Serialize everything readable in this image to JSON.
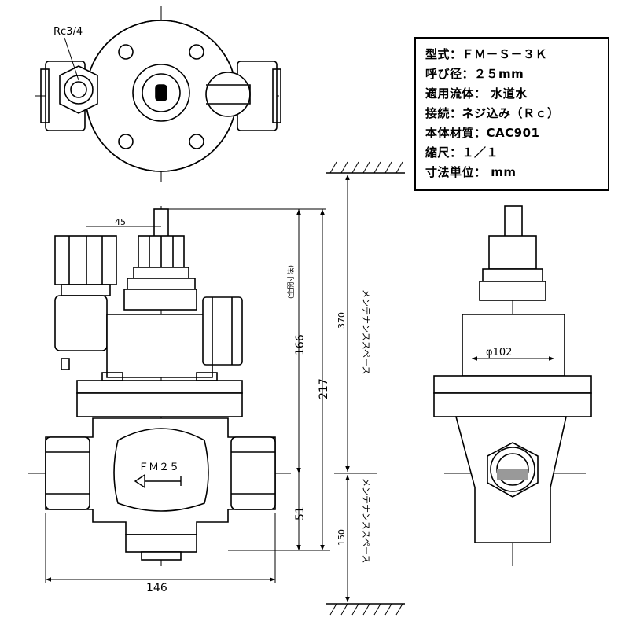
{
  "spec": {
    "rows": [
      "型式：ＦＭ－Ｓ－３Ｋ",
      "呼び径：２５mm",
      "適用流体： 水道水",
      "接続：ネジ込み（Ｒｃ）",
      "本体材質：CAC901",
      "縮尺：１／１",
      "寸法単位： mm"
    ]
  },
  "labels": {
    "port": "Rc3/4",
    "body_mark": "ＦＭ２５"
  },
  "dimensions": {
    "offset_45": "45",
    "height_166": "166",
    "height_217": "217",
    "height_51": "51",
    "width_146": "146",
    "diameter_102": "φ102",
    "total_370": "370",
    "lower_150": "150",
    "note_open": "(全開寸法)"
  },
  "maintenance": {
    "upper": "メンテナンススペース",
    "lower": "メンテナンススペース"
  }
}
